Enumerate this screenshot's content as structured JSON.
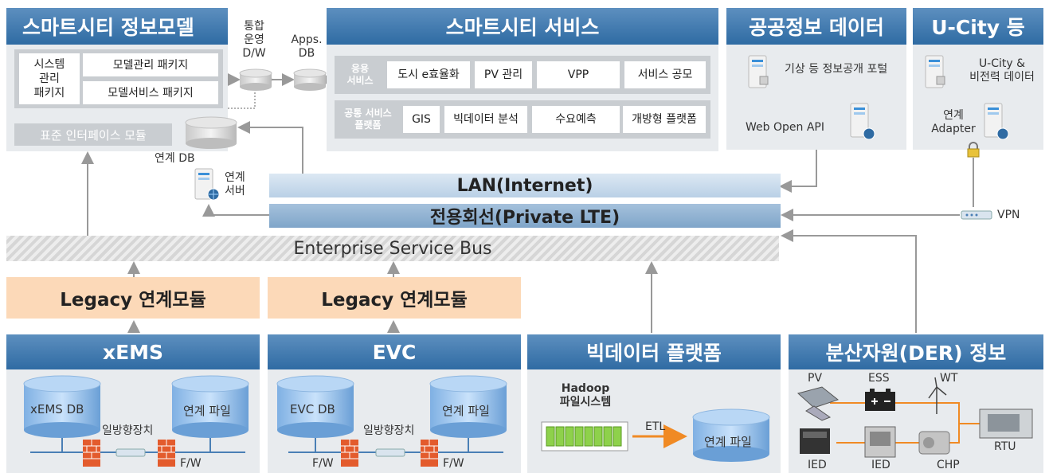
{
  "smart_city_info_model": {
    "title": "스마트시티 정보모델",
    "system_mgmt": "시스템\n관리\n패키지",
    "model_mgmt_pkg": "모델관리 패키지",
    "model_service_pkg": "모델서비스 패키지",
    "std_interface": "표준 인터페이스 모듈",
    "link_db": "연계 DB",
    "link_server": "연계\n서버"
  },
  "integrated_dw": "통합\n운영\nD/W",
  "apps_db": "Apps.\nDB",
  "smart_city_service": {
    "title": "스마트시티 서비스",
    "app_services_label": "응용\n서비스",
    "app_services": [
      "도시 e효율화",
      "PV 관리",
      "VPP",
      "서비스 공모"
    ],
    "common_platform_label": "공통 서비스\n플랫폼",
    "common_platform": [
      "GIS",
      "빅데이터 분석",
      "수요예측",
      "개방형 플랫폼"
    ]
  },
  "public_data": {
    "title": "공공정보 데이터",
    "portal": "기상 등 정보공개 포털",
    "api": "Web Open API"
  },
  "ucity": {
    "title": "U-City 등",
    "data": "U-City &\n비전력 데이터",
    "adapter": "연계\nAdapter"
  },
  "network": {
    "lan": "LAN(Internet)",
    "lte": "전용회선(Private LTE)",
    "esb": "Enterprise Service Bus",
    "vpn": "VPN"
  },
  "legacy": [
    "Legacy 연계모듈",
    "Legacy 연계모듈"
  ],
  "xems": {
    "title": "xEMS",
    "db": "xEMS DB",
    "file": "연계 파일",
    "oneway": "일방향장치",
    "fw": "F/W"
  },
  "evc": {
    "title": "EVC",
    "db": "EVC DB",
    "file": "연계 파일",
    "oneway": "일방향장치",
    "fw": "F/W"
  },
  "bigdata": {
    "title": "빅데이터 플랫폼",
    "hadoop": "Hadoop\n파일시스템",
    "etl": "ETL",
    "file": "연계 파일"
  },
  "der": {
    "title": "분산자원(DER) 정보",
    "pv": "PV",
    "ess": "ESS",
    "wt": "WT",
    "ied1": "IED",
    "ied2": "IED",
    "chp": "CHP",
    "rtu": "RTU"
  },
  "colors": {
    "header_blue": "#2f6ba3",
    "lan": "#b9d0e6",
    "lte": "#7fa5c9",
    "legacy": "#fcd9b8",
    "panel": "#e8ebee",
    "der_line": "#f08a24"
  }
}
